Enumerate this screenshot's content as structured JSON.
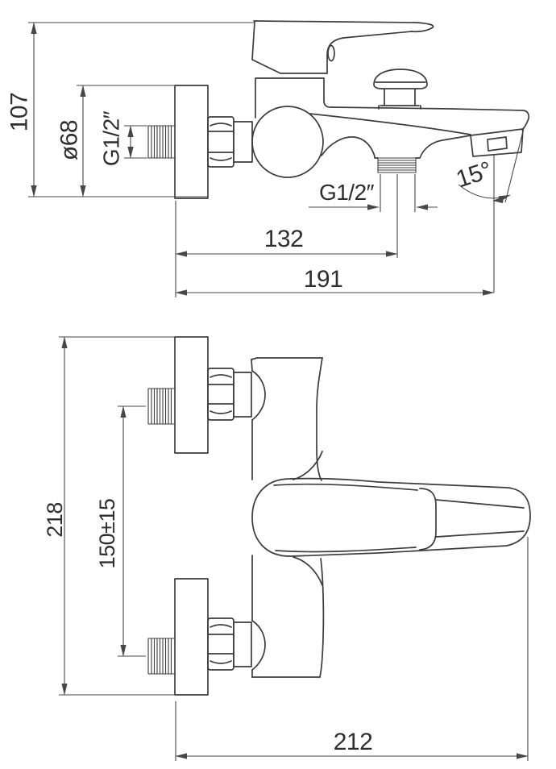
{
  "drawing": {
    "side_view": {
      "overall_height": "107",
      "flange_diameter": "ø68",
      "inlet_thread": "G1/2″",
      "outlet_thread": "G1/2″",
      "spout_angle": "15°",
      "outlet_offset": "132",
      "spout_reach": "191"
    },
    "front_view": {
      "overall_height": "218",
      "inlet_centers_distance": "150±15",
      "overall_depth": "212"
    },
    "colors": {
      "line": "#3c3c3c",
      "dimension_line": "#474747",
      "text": "#2e2e2e",
      "background": "#ffffff"
    }
  }
}
